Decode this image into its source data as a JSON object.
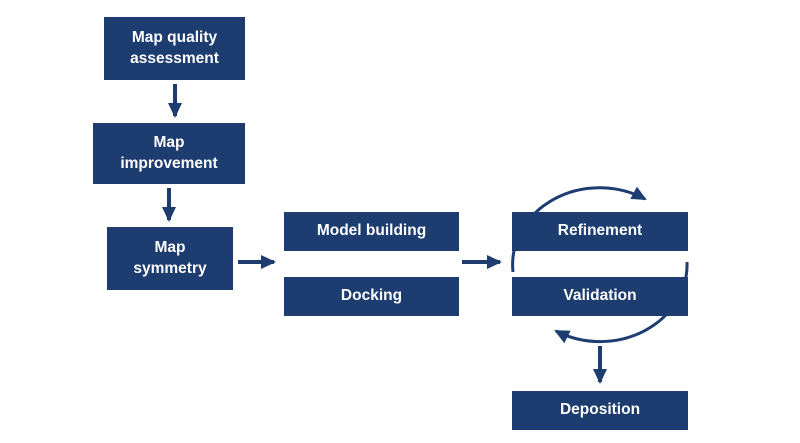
{
  "theme": {
    "accent": "#1D3C6F",
    "background": "#FFFFFF",
    "text_on_accent": "#FFFFFF"
  },
  "diagram": {
    "nodes": [
      {
        "id": "map-quality-assessment",
        "label": "Map quality\nassessment"
      },
      {
        "id": "map-improvement",
        "label": "Map\nimprovement"
      },
      {
        "id": "map-symmetry",
        "label": "Map\nsymmetry"
      },
      {
        "id": "model-building",
        "label": "Model building"
      },
      {
        "id": "docking",
        "label": "Docking"
      },
      {
        "id": "refinement",
        "label": "Refinement"
      },
      {
        "id": "validation",
        "label": "Validation"
      },
      {
        "id": "deposition",
        "label": "Deposition"
      }
    ],
    "edges": [
      {
        "from": "Map quality assessment",
        "to": "Map improvement",
        "type": "arrow-down"
      },
      {
        "from": "Map improvement",
        "to": "Map symmetry",
        "type": "arrow-down"
      },
      {
        "from": "Map symmetry",
        "to": "Model building / Docking",
        "type": "arrow-right"
      },
      {
        "from": "Model building / Docking",
        "to": "Refinement / Validation",
        "type": "arrow-right"
      },
      {
        "from": "Refinement",
        "to": "Validation",
        "type": "cycle"
      },
      {
        "from": "Refinement / Validation",
        "to": "Deposition",
        "type": "arrow-down"
      }
    ]
  }
}
